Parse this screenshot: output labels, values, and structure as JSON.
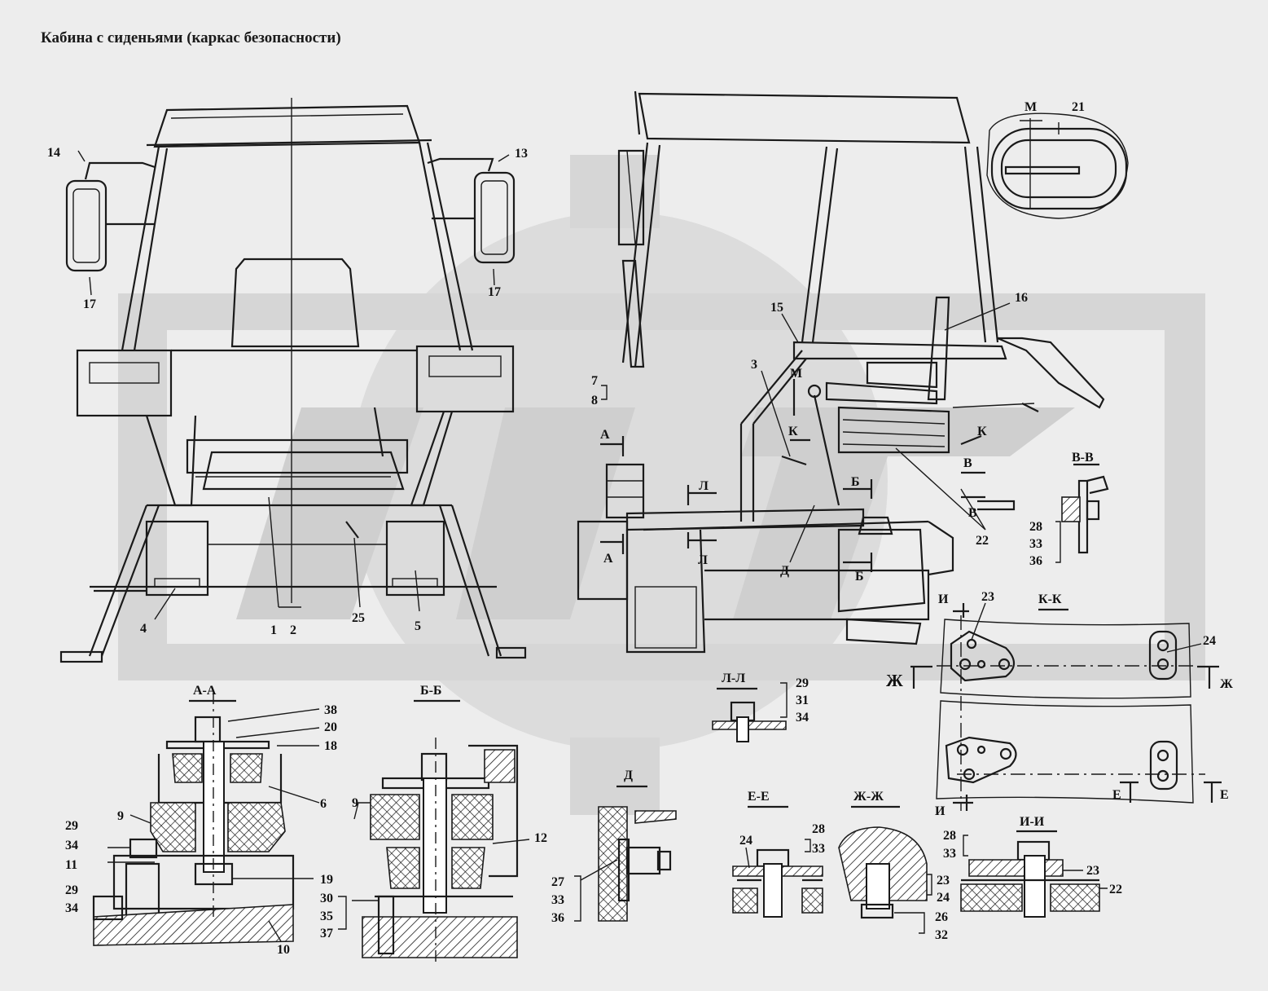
{
  "title": "Кабина с сиденьями (каркас безопасности)",
  "callouts": {
    "front": [
      "14",
      "13",
      "17",
      "17",
      "4",
      "1",
      "2",
      "25",
      "5"
    ],
    "side": [
      "15",
      "16",
      "3",
      "7",
      "8",
      "22",
      "21",
      "М",
      "М",
      "К",
      "К",
      "А",
      "А",
      "Л",
      "Л",
      "Б",
      "Б",
      "В",
      "В",
      "Д"
    ],
    "vv": [
      "28",
      "33",
      "36"
    ],
    "kk": [
      "23",
      "24",
      "И",
      "И",
      "Ж",
      "Ж",
      "Е",
      "Е"
    ],
    "aa": [
      "38",
      "20",
      "18",
      "6",
      "9",
      "29",
      "34",
      "11",
      "19",
      "29",
      "34",
      "10"
    ],
    "bb": [
      "9",
      "12",
      "30",
      "35",
      "37"
    ],
    "ll": [
      "29",
      "31",
      "34"
    ],
    "d": [
      "27",
      "33",
      "36"
    ],
    "ee": [
      "24",
      "28",
      "33"
    ],
    "zhzh": [
      "23",
      "24",
      "26",
      "32"
    ],
    "ii": [
      "28",
      "33",
      "23",
      "22"
    ]
  },
  "section_titles": {
    "vv": "В-В",
    "kk": "К-К",
    "aa": "А-А",
    "bb": "Б-Б",
    "ll": "Л-Л",
    "d": "Д",
    "ee": "Е-Е",
    "zhzh": "Ж-Ж",
    "ii": "И-И"
  },
  "colors": {
    "ink": "#1a1a1a",
    "paper": "#ededed",
    "watermark": "#d4d4d4"
  }
}
